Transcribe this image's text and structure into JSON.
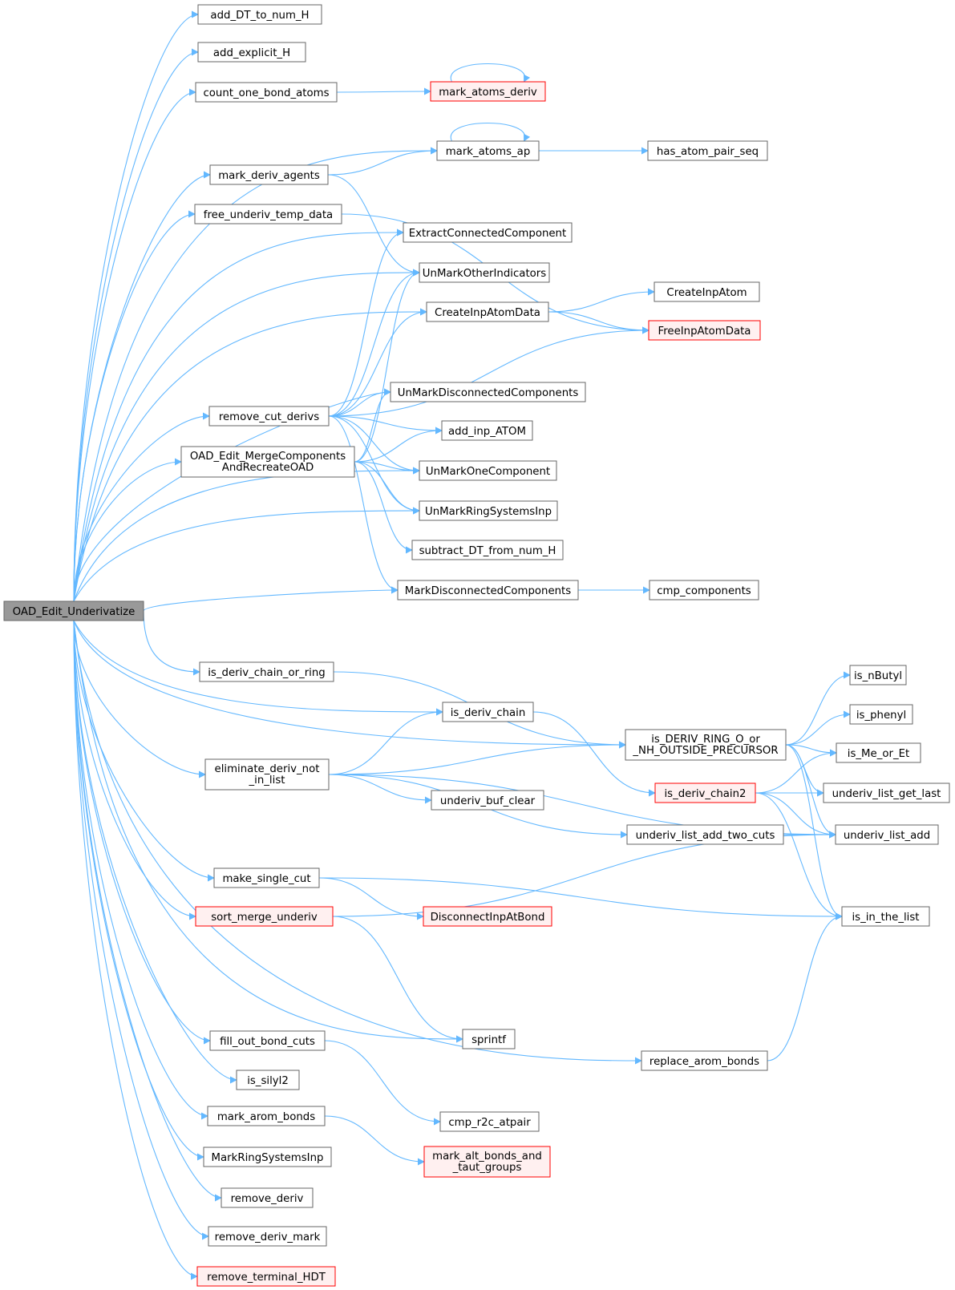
{
  "root_node_label": "OAD_Edit_Underivatize",
  "nodes": {
    "root": [
      "OAD_Edit_Underivatize"
    ],
    "add_DT": [
      "add_DT_to_num_H"
    ],
    "add_expl": [
      "add_explicit_H"
    ],
    "count": [
      "count_one_bond_atoms"
    ],
    "mark_deriv": [
      "mark_atoms_deriv"
    ],
    "mark_ap": [
      "mark_atoms_ap"
    ],
    "has_atom": [
      "has_atom_pair_seq"
    ],
    "mark_agents": [
      "mark_deriv_agents"
    ],
    "free_underiv": [
      "free_underiv_temp_data"
    ],
    "extract": [
      "ExtractConnectedComponent"
    ],
    "unmark_other": [
      "UnMarkOtherIndicators"
    ],
    "create_data": [
      "CreateInpAtomData"
    ],
    "create_atom": [
      "CreateInpAtom"
    ],
    "free_data": [
      "FreeInpAtomData"
    ],
    "unmark_disc": [
      "UnMarkDisconnectedComponents"
    ],
    "remove_cut": [
      "remove_cut_derivs"
    ],
    "add_inp": [
      "add_inp_ATOM"
    ],
    "oad_merge": [
      "OAD_Edit_MergeComponents",
      "AndRecreateOAD"
    ],
    "unmark_one": [
      "UnMarkOneComponent"
    ],
    "unmark_ring": [
      "UnMarkRingSystemsInp"
    ],
    "subtract": [
      "subtract_DT_from_num_H"
    ],
    "mark_disc": [
      "MarkDisconnectedComponents"
    ],
    "cmp_comp": [
      "cmp_components"
    ],
    "is_chain_ring": [
      "is_deriv_chain_or_ring"
    ],
    "is_nbutyl": [
      "is_nButyl"
    ],
    "is_phenyl": [
      "is_phenyl"
    ],
    "is_chain": [
      "is_deriv_chain"
    ],
    "is_deriv_ring": [
      "is_DERIV_RING_O_or",
      "_NH_OUTSIDE_PRECURSOR"
    ],
    "is_me": [
      "is_Me_or_Et"
    ],
    "eliminate": [
      "eliminate_deriv_not",
      "_in_list"
    ],
    "is_chain2": [
      "is_deriv_chain2"
    ],
    "get_last": [
      "underiv_list_get_last"
    ],
    "buf_clear": [
      "underiv_buf_clear"
    ],
    "add_two": [
      "underiv_list_add_two_cuts"
    ],
    "list_add": [
      "underiv_list_add"
    ],
    "make_cut": [
      "make_single_cut"
    ],
    "sort_merge": [
      "sort_merge_underiv"
    ],
    "disconnect": [
      "DisconnectInpAtBond"
    ],
    "in_list": [
      "is_in_the_list"
    ],
    "sprintf": [
      "sprintf"
    ],
    "fill_out": [
      "fill_out_bond_cuts"
    ],
    "replace_arom": [
      "replace_arom_bonds"
    ],
    "is_silyl": [
      "is_silyl2"
    ],
    "cmp_r2c": [
      "cmp_r2c_atpair"
    ],
    "mark_arom": [
      "mark_arom_bonds"
    ],
    "mark_alt": [
      "mark_alt_bonds_and",
      "_taut_groups"
    ],
    "mark_ring": [
      "MarkRingSystemsInp"
    ],
    "remove_deriv": [
      "remove_deriv"
    ],
    "remove_deriv_mark": [
      "remove_deriv_mark"
    ],
    "remove_terminal": [
      "remove_terminal_HDT"
    ]
  },
  "red_nodes": [
    "mark_deriv",
    "free_data",
    "is_chain2",
    "sort_merge",
    "disconnect",
    "mark_alt",
    "remove_terminal"
  ],
  "colors": {
    "edge": "#63b8ff",
    "node_border": "#666666",
    "red_border": "#ff0000",
    "red_fill": "#fff0f0",
    "root_fill": "#999999"
  },
  "edges": [
    [
      "root",
      "add_DT"
    ],
    [
      "root",
      "add_expl"
    ],
    [
      "root",
      "count"
    ],
    [
      "root",
      "mark_ap"
    ],
    [
      "root",
      "mark_agents"
    ],
    [
      "root",
      "free_underiv"
    ],
    [
      "root",
      "extract"
    ],
    [
      "root",
      "unmark_other"
    ],
    [
      "root",
      "create_data"
    ],
    [
      "root",
      "unmark_disc"
    ],
    [
      "root",
      "remove_cut"
    ],
    [
      "root",
      "oad_merge"
    ],
    [
      "root",
      "unmark_one"
    ],
    [
      "root",
      "unmark_ring"
    ],
    [
      "root",
      "mark_disc"
    ],
    [
      "root",
      "is_deriv_ring"
    ],
    [
      "root",
      "is_chain_ring"
    ],
    [
      "root",
      "is_chain"
    ],
    [
      "root",
      "eliminate"
    ],
    [
      "root",
      "make_cut"
    ],
    [
      "root",
      "sort_merge"
    ],
    [
      "root",
      "sprintf"
    ],
    [
      "root",
      "fill_out"
    ],
    [
      "root",
      "replace_arom"
    ],
    [
      "root",
      "is_silyl"
    ],
    [
      "root",
      "mark_arom"
    ],
    [
      "root",
      "mark_ring"
    ],
    [
      "root",
      "remove_deriv"
    ],
    [
      "root",
      "remove_deriv_mark"
    ],
    [
      "root",
      "remove_terminal"
    ],
    [
      "count",
      "mark_deriv"
    ],
    [
      "mark_deriv",
      "mark_deriv"
    ],
    [
      "mark_ap",
      "mark_ap"
    ],
    [
      "mark_ap",
      "has_atom"
    ],
    [
      "mark_agents",
      "mark_ap"
    ],
    [
      "mark_agents",
      "unmark_other"
    ],
    [
      "free_underiv",
      "free_data"
    ],
    [
      "create_data",
      "create_atom"
    ],
    [
      "create_data",
      "free_data"
    ],
    [
      "remove_cut",
      "extract"
    ],
    [
      "remove_cut",
      "unmark_other"
    ],
    [
      "remove_cut",
      "create_data"
    ],
    [
      "remove_cut",
      "free_data"
    ],
    [
      "remove_cut",
      "unmark_disc"
    ],
    [
      "remove_cut",
      "add_inp"
    ],
    [
      "remove_cut",
      "unmark_one"
    ],
    [
      "remove_cut",
      "unmark_ring"
    ],
    [
      "remove_cut",
      "mark_disc"
    ],
    [
      "oad_merge",
      "unmark_other"
    ],
    [
      "oad_merge",
      "unmark_disc"
    ],
    [
      "oad_merge",
      "add_inp"
    ],
    [
      "oad_merge",
      "unmark_one"
    ],
    [
      "oad_merge",
      "unmark_ring"
    ],
    [
      "oad_merge",
      "subtract"
    ],
    [
      "mark_disc",
      "cmp_comp"
    ],
    [
      "is_chain_ring",
      "is_deriv_ring"
    ],
    [
      "is_chain",
      "is_chain2"
    ],
    [
      "is_deriv_ring",
      "is_nbutyl"
    ],
    [
      "is_deriv_ring",
      "is_phenyl"
    ],
    [
      "is_deriv_ring",
      "is_me"
    ],
    [
      "is_deriv_ring",
      "get_last"
    ],
    [
      "is_deriv_ring",
      "list_add"
    ],
    [
      "is_deriv_ring",
      "in_list"
    ],
    [
      "is_chain2",
      "is_me"
    ],
    [
      "is_chain2",
      "get_last"
    ],
    [
      "is_chain2",
      "list_add"
    ],
    [
      "is_chain2",
      "in_list"
    ],
    [
      "eliminate",
      "is_chain"
    ],
    [
      "eliminate",
      "is_deriv_ring"
    ],
    [
      "eliminate",
      "buf_clear"
    ],
    [
      "eliminate",
      "add_two"
    ],
    [
      "eliminate",
      "list_add"
    ],
    [
      "add_two",
      "list_add"
    ],
    [
      "make_cut",
      "disconnect"
    ],
    [
      "make_cut",
      "in_list"
    ],
    [
      "sort_merge",
      "list_add"
    ],
    [
      "sort_merge",
      "sprintf"
    ],
    [
      "fill_out",
      "cmp_r2c"
    ],
    [
      "replace_arom",
      "in_list"
    ],
    [
      "mark_arom",
      "mark_alt"
    ]
  ]
}
